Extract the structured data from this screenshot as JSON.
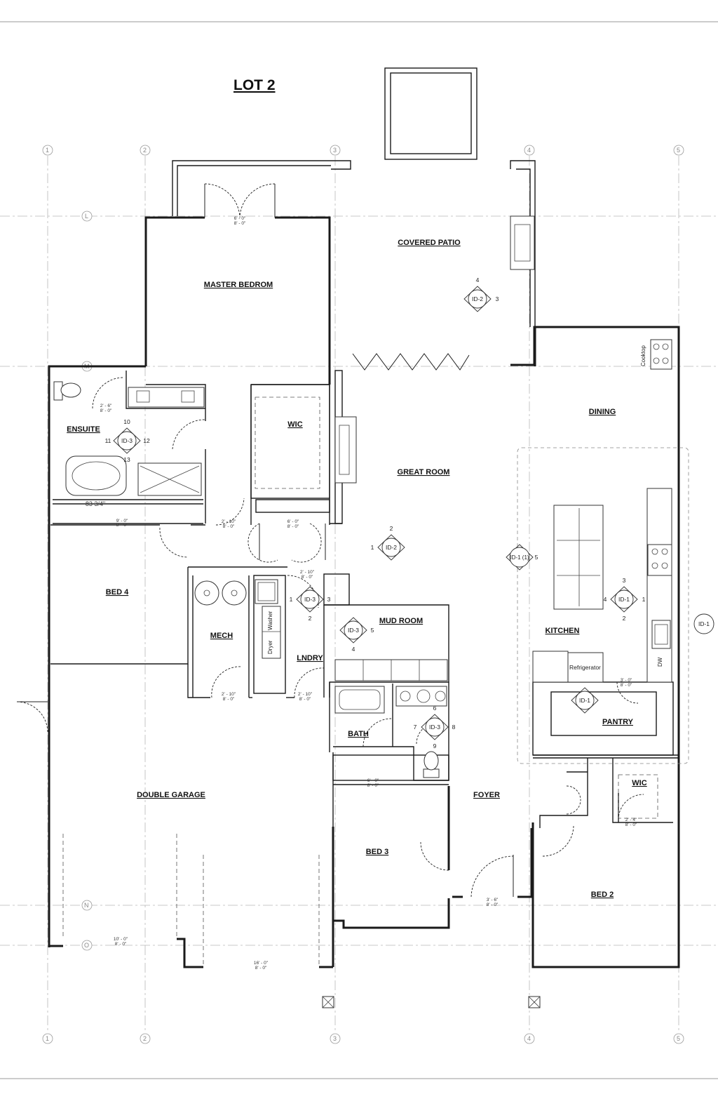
{
  "title": "LOT 2",
  "grid": {
    "columns": [
      "1",
      "2",
      "3",
      "4",
      "5"
    ],
    "rows": [
      "L",
      "M",
      "N",
      "O"
    ]
  },
  "rooms": {
    "covered_patio": "COVERED PATIO",
    "master_bedroom": "MASTER BEDROM",
    "ensuite": "ENSUITE",
    "wic_master": "WIC",
    "great_room": "GREAT ROOM",
    "dining": "DINING",
    "kitchen": "KITCHEN",
    "pantry": "PANTRY",
    "bed_4": "BED 4",
    "mech": "MECH",
    "lndry": "LNDRY",
    "mud_room": "MUD ROOM",
    "bath": "BATH",
    "double_garage": "DOUBLE GARAGE",
    "foyer": "FOYER",
    "bed_3": "BED 3",
    "wic_bed2": "WIC",
    "bed_2": "BED 2"
  },
  "appliances": {
    "cooktop": "Cooktop",
    "refrigerator": "Refrigerator",
    "dryer": "Dryer",
    "washer": "Washer",
    "dw": "DW"
  },
  "dimensions": {
    "tub_width": "83 3/4\"",
    "patio_door_w": "6' - 0\"",
    "patio_door_h": "8' - 0\"",
    "d_2_6": "2' - 6\"",
    "d_2_10": "2' - 10\"",
    "d_2_4": "2' - 4\"",
    "d_3_0": "3' - 0\"",
    "d_3_6": "3' - 6\"",
    "d_6_0": "6' - 0\"",
    "d_9_0": "9' - 0\"",
    "d_10_0": "10' - 0\"",
    "d_16_0": "16' - 0\"",
    "d_8_0": "8' - 0\""
  },
  "tags": {
    "id1": "ID-1",
    "id1_1": "ID-1 (1)",
    "id2": "ID-2",
    "id3": "ID-3",
    "n1": "1",
    "n2": "2",
    "n3": "3",
    "n4": "4",
    "n5": "5",
    "n6": "6",
    "n7": "7",
    "n8": "8",
    "n9": "9",
    "n10": "10",
    "n11": "11",
    "n12": "12",
    "n13": "13"
  }
}
